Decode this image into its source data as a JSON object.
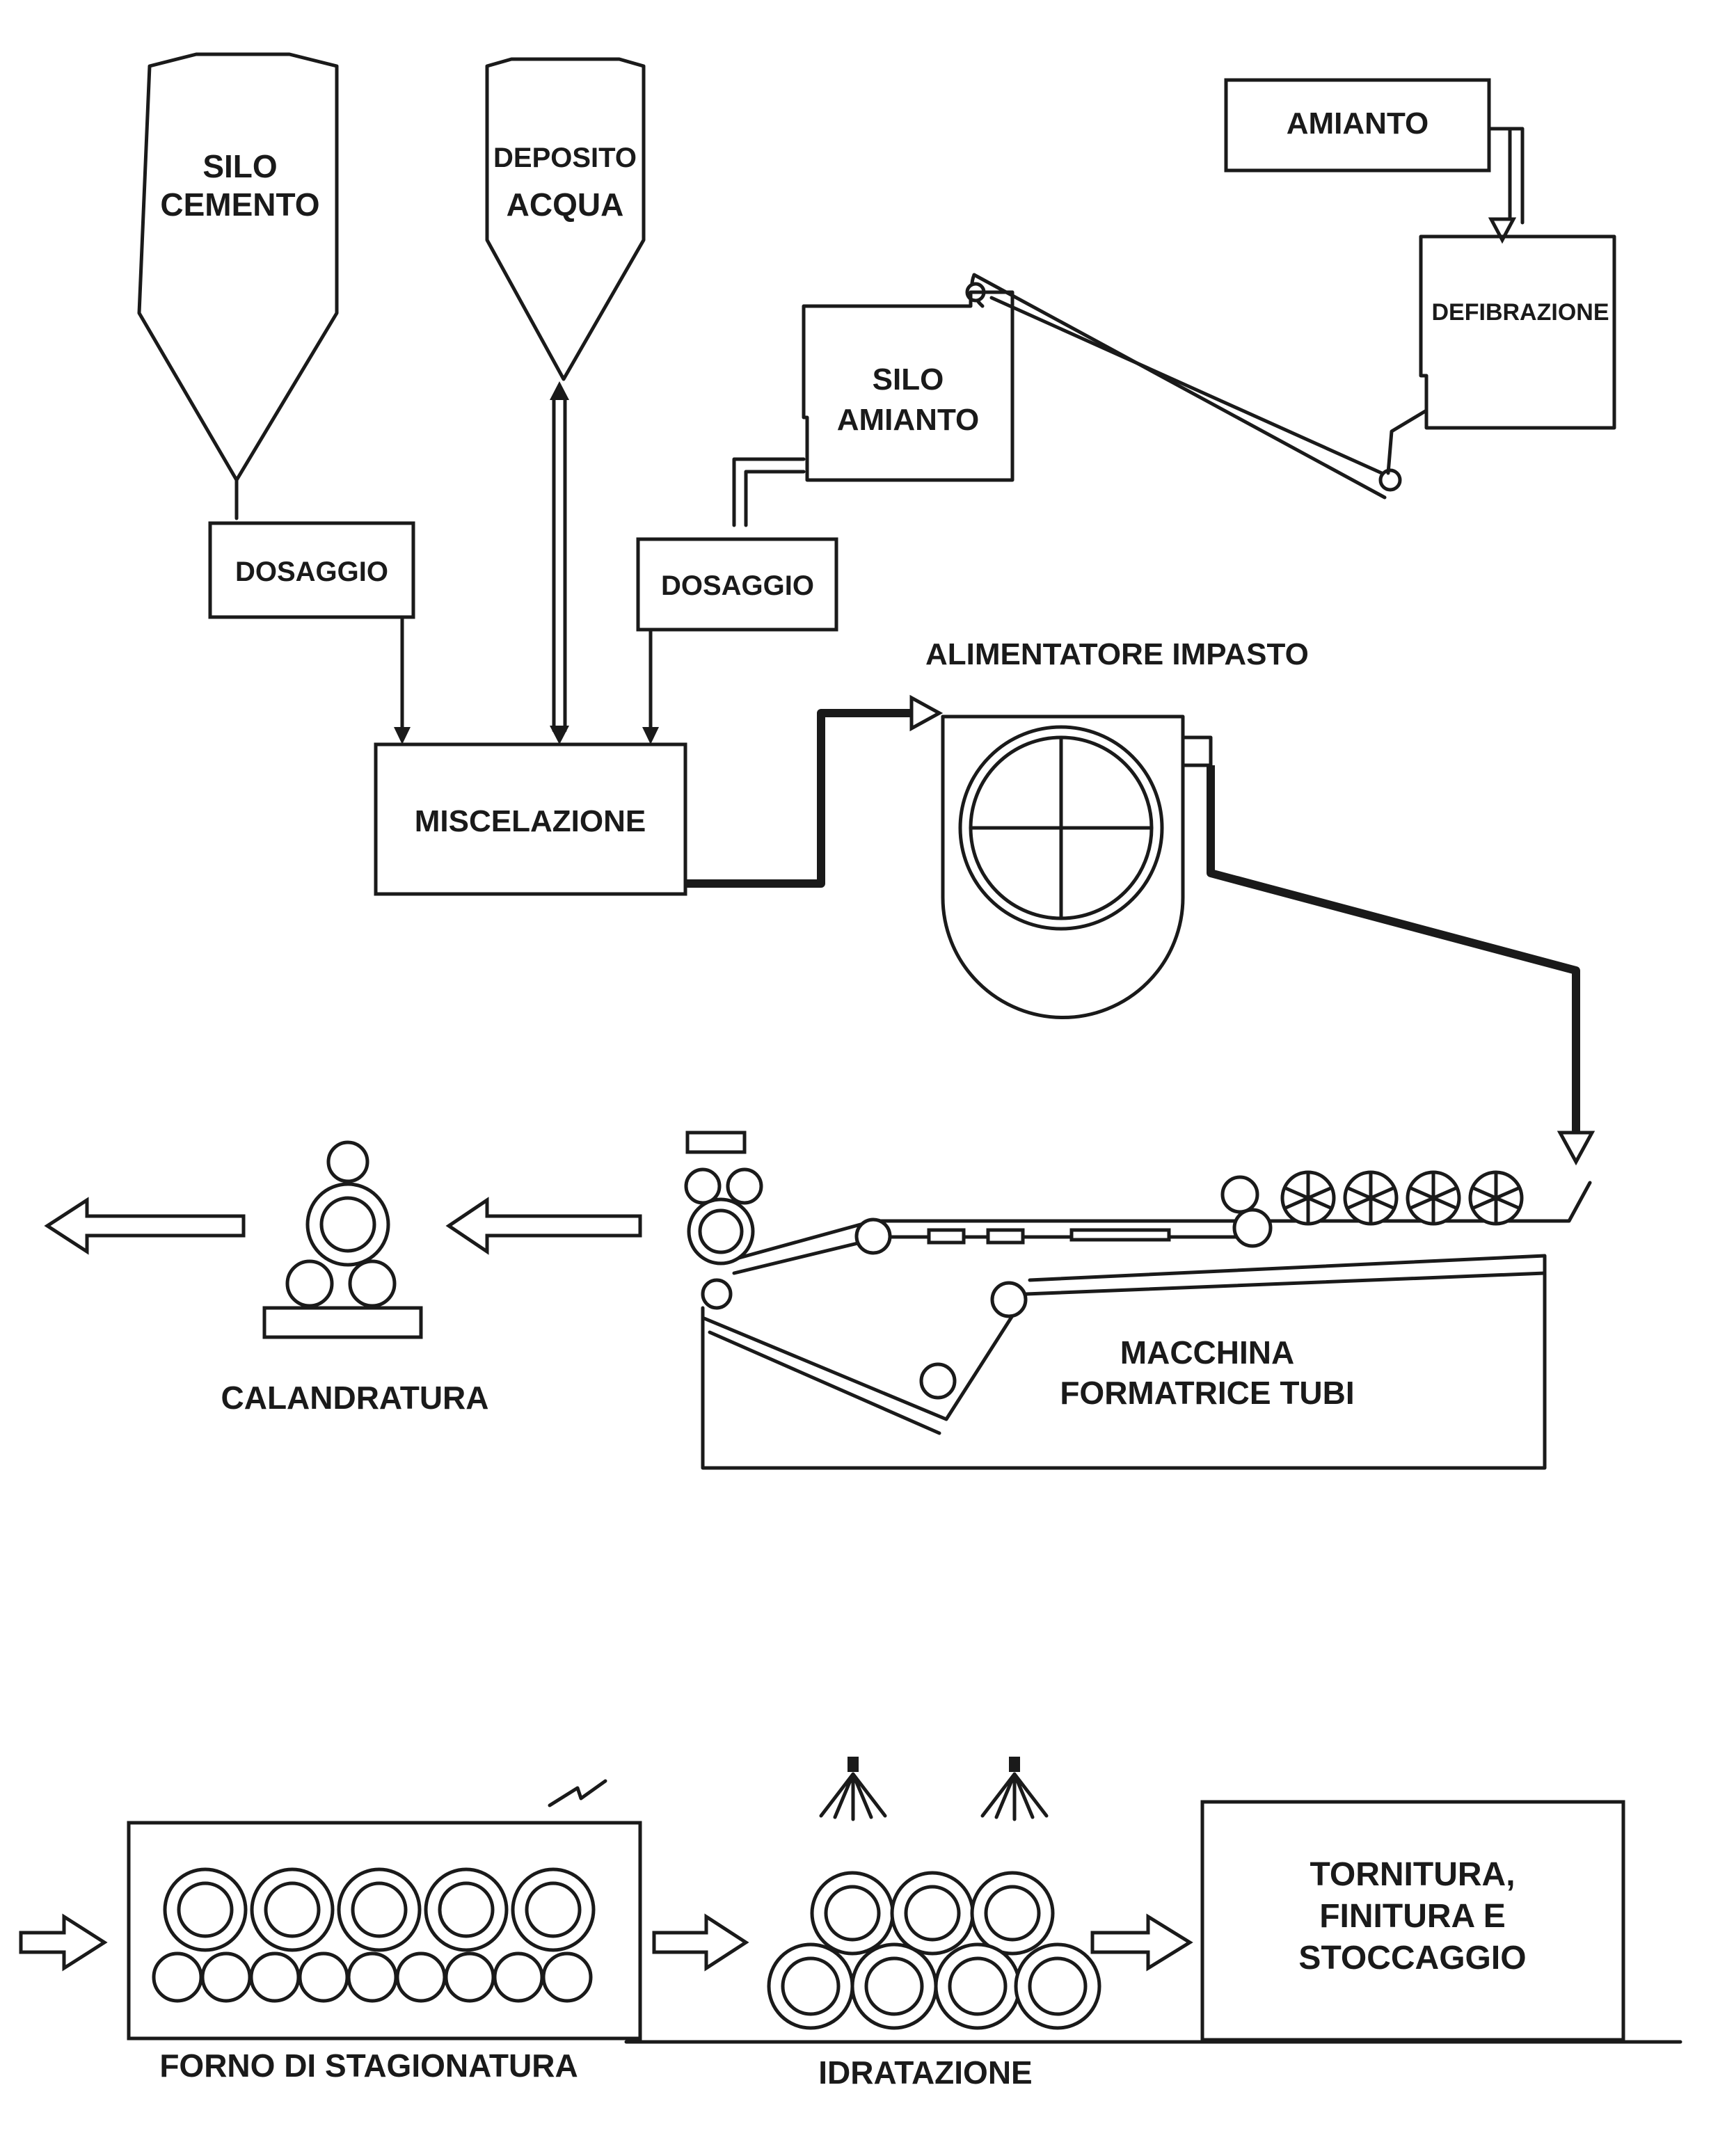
{
  "labels": {
    "silo_cemento_line1": "SILO",
    "silo_cemento_line2": "CEMENTO",
    "deposito_acqua_line1": "DEPOSITO",
    "deposito_acqua_line2": "ACQUA",
    "amianto": "AMIANTO",
    "defibrazione": "DEFIBRAZIONE",
    "silo_amianto_line1": "SILO",
    "silo_amianto_line2": "AMIANTO",
    "dosaggio_left": "DOSAGGIO",
    "dosaggio_right": "DOSAGGIO",
    "alimentatore_impasto": "ALIMENTATORE IMPASTO",
    "miscelazione": "MISCELAZIONE",
    "macchina_line1": "MACCHINA",
    "macchina_line2": "FORMATRICE TUBI",
    "calandratura": "CALANDRATURA",
    "forno_di_stagionatura": "FORNO DI STAGIONATURA",
    "idratazione": "IDRATAZIONE",
    "tornitura_line1": "TORNITURA,",
    "tornitura_line2": "FINITURA E",
    "tornitura_line3": "STOCCAGGIO"
  },
  "colors": {
    "ink": "#1a1a1a",
    "background": "#ffffff"
  }
}
